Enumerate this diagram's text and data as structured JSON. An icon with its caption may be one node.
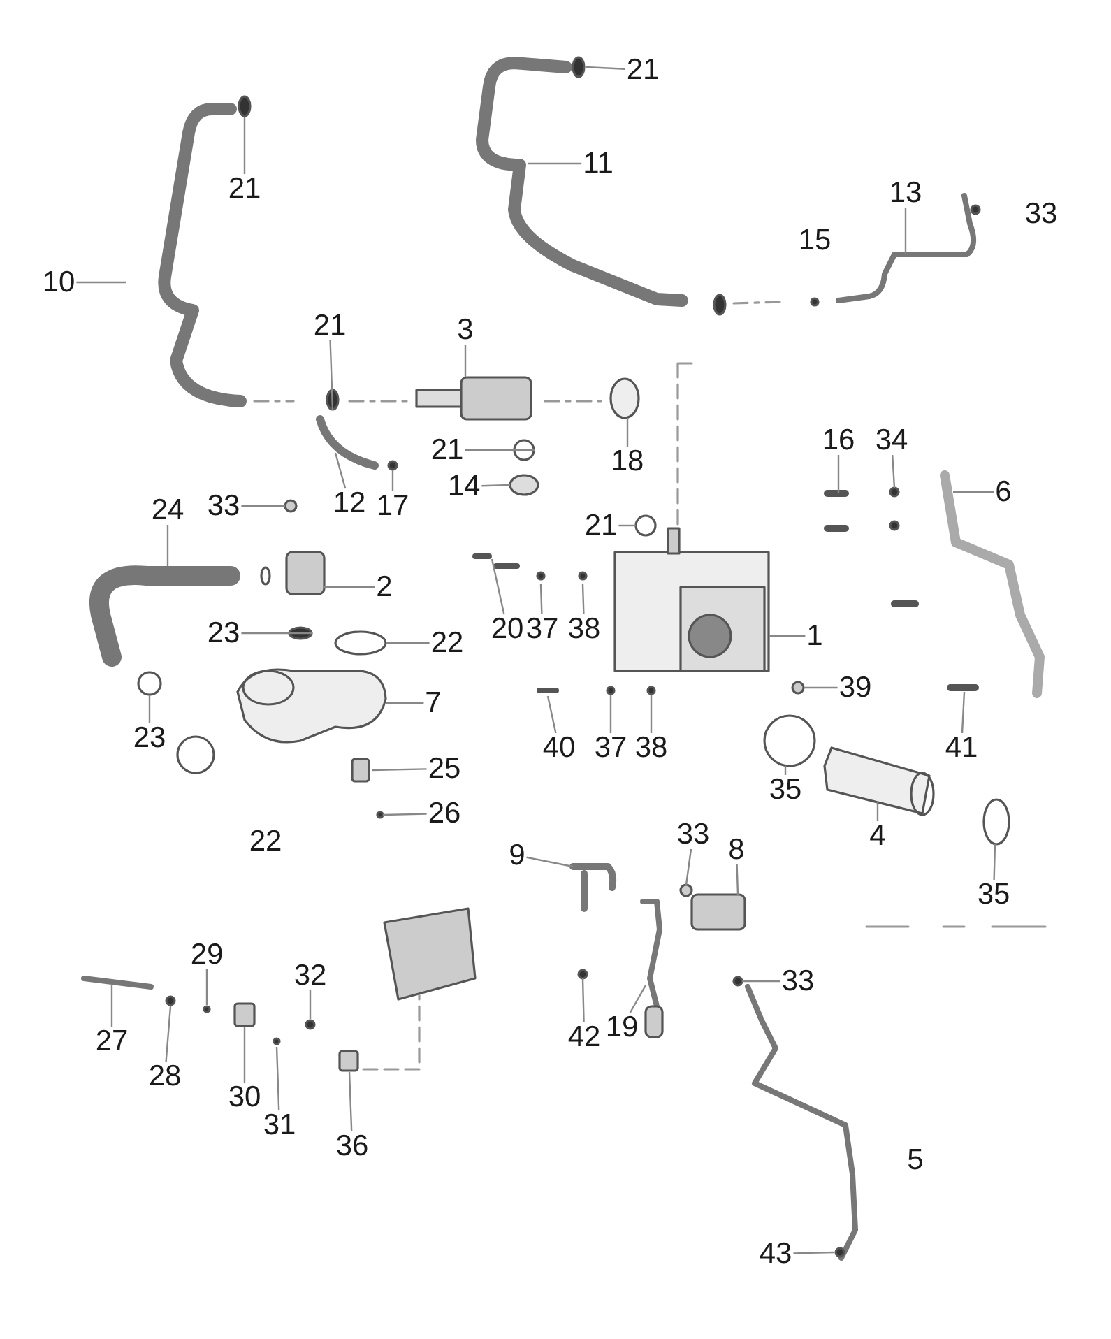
{
  "diagram": {
    "nodes": [
      {
        "text": [
          "21"
        ]
      },
      {
        "text": [
          "10"
        ]
      },
      {
        "text": [
          "21"
        ]
      },
      {
        "text": [
          "11"
        ]
      },
      {
        "text": [
          "13"
        ]
      },
      {
        "text": [
          "21"
        ]
      },
      {
        "text": [
          "3"
        ]
      },
      {
        "text": [
          "21"
        ]
      },
      {
        "text": [
          "18"
        ]
      },
      {
        "text": [
          "33"
        ]
      },
      {
        "text": [
          "12"
        ]
      },
      {
        "text": [
          "17"
        ]
      },
      {
        "text": [
          "14"
        ]
      },
      {
        "text": [
          "21"
        ]
      },
      {
        "text": [
          "24"
        ]
      },
      {
        "text": [
          "2"
        ]
      },
      {
        "text": [
          "23"
        ]
      },
      {
        "text": [
          "22"
        ]
      },
      {
        "text": [
          "23"
        ]
      },
      {
        "text": [
          "7"
        ]
      },
      {
        "text": [
          "25"
        ]
      },
      {
        "text": [
          "26"
        ]
      },
      {
        "text": [
          "16"
        ]
      },
      {
        "text": [
          "34"
        ]
      },
      {
        "text": [
          "6"
        ]
      },
      {
        "text": [
          "20"
        ]
      },
      {
        "text": [
          "37"
        ]
      },
      {
        "text": [
          "38"
        ]
      },
      {
        "text": [
          "1"
        ]
      },
      {
        "text": [
          "39"
        ]
      },
      {
        "text": [
          "40"
        ]
      },
      {
        "text": [
          "37"
        ]
      },
      {
        "text": [
          "38"
        ]
      },
      {
        "text": [
          "41"
        ]
      },
      {
        "text": [
          "35"
        ]
      },
      {
        "text": [
          "4"
        ]
      },
      {
        "text": [
          "35"
        ]
      },
      {
        "text": [
          "33"
        ]
      },
      {
        "text": [
          "8"
        ]
      },
      {
        "text": [
          "9"
        ]
      },
      {
        "text": [
          "42"
        ]
      },
      {
        "text": [
          "19"
        ]
      },
      {
        "text": [
          "33"
        ]
      },
      {
        "text": [
          "29"
        ]
      },
      {
        "text": [
          "32"
        ]
      },
      {
        "text": [
          "27"
        ]
      },
      {
        "text": [
          "28"
        ]
      },
      {
        "text": [
          "30"
        ]
      },
      {
        "text": [
          "31"
        ]
      },
      {
        "text": [
          "36"
        ]
      },
      {
        "text": [
          "43"
        ]
      }
    ],
    "edges": [
      {
        "from": 0,
        "to": null,
        "arrow": "none"
      },
      {
        "from": 1,
        "to": null,
        "arrow": "none"
      },
      {
        "from": 2,
        "to": null,
        "arrow": "none"
      },
      {
        "from": 3,
        "to": null,
        "arrow": "none"
      },
      {
        "from": 4,
        "to": null,
        "arrow": "none"
      },
      {
        "from": 5,
        "to": null,
        "arrow": "none"
      },
      {
        "from": 6,
        "to": null,
        "arrow": "none"
      },
      {
        "from": 7,
        "to": null,
        "arrow": "none"
      },
      {
        "from": 8,
        "to": null,
        "arrow": "none"
      },
      {
        "from": 9,
        "to": null,
        "arrow": "none"
      },
      {
        "from": 10,
        "to": null,
        "arrow": "none"
      },
      {
        "from": 11,
        "to": null,
        "arrow": "none"
      },
      {
        "from": 12,
        "to": null,
        "arrow": "none"
      },
      {
        "from": 13,
        "to": null,
        "arrow": "none"
      },
      {
        "from": 14,
        "to": null,
        "arrow": "none"
      },
      {
        "from": 15,
        "to": null,
        "arrow": "none"
      },
      {
        "from": 16,
        "to": null,
        "arrow": "none"
      },
      {
        "from": 17,
        "to": null,
        "arrow": "none"
      },
      {
        "from": 18,
        "to": null,
        "arrow": "none"
      },
      {
        "from": 19,
        "to": null,
        "arrow": "none"
      },
      {
        "from": 20,
        "to": null,
        "arrow": "none"
      },
      {
        "from": 21,
        "to": null,
        "arrow": "none"
      },
      {
        "from": 22,
        "to": null,
        "arrow": "none"
      },
      {
        "from": 23,
        "to": null,
        "arrow": "none"
      },
      {
        "from": 24,
        "to": null,
        "arrow": "none"
      },
      {
        "from": 25,
        "to": null,
        "arrow": "none"
      },
      {
        "from": 26,
        "to": null,
        "arrow": "none"
      },
      {
        "from": 27,
        "to": null,
        "arrow": "none"
      },
      {
        "from": 28,
        "to": null,
        "arrow": "none"
      },
      {
        "from": 29,
        "to": null,
        "arrow": "none"
      },
      {
        "from": 30,
        "to": null,
        "arrow": "none"
      },
      {
        "from": 31,
        "to": null,
        "arrow": "none"
      },
      {
        "from": 32,
        "to": null,
        "arrow": "none"
      },
      {
        "from": 33,
        "to": null,
        "arrow": "none"
      },
      {
        "from": 34,
        "to": null,
        "arrow": "none"
      },
      {
        "from": 35,
        "to": null,
        "arrow": "none"
      },
      {
        "from": 36,
        "to": null,
        "arrow": "none"
      },
      {
        "from": 37,
        "to": null,
        "arrow": "none"
      },
      {
        "from": 38,
        "to": null,
        "arrow": "none"
      },
      {
        "from": 39,
        "to": null,
        "arrow": "none"
      },
      {
        "from": 40,
        "to": null,
        "arrow": "none"
      },
      {
        "from": 41,
        "to": null,
        "arrow": "none"
      },
      {
        "from": 42,
        "to": null,
        "arrow": "none"
      },
      {
        "from": 43,
        "to": null,
        "arrow": "none"
      },
      {
        "from": 44,
        "to": null,
        "arrow": "none"
      },
      {
        "from": 45,
        "to": null,
        "arrow": "none"
      },
      {
        "from": 46,
        "to": null,
        "arrow": "none"
      },
      {
        "from": 47,
        "to": null,
        "arrow": "none"
      },
      {
        "from": 48,
        "to": null,
        "arrow": "none"
      },
      {
        "from": 49,
        "to": null,
        "arrow": "none"
      },
      {
        "from": 50,
        "to": null,
        "arrow": "none"
      }
    ],
    "labels": [
      "33",
      "15",
      "22",
      "5"
    ]
  }
}
